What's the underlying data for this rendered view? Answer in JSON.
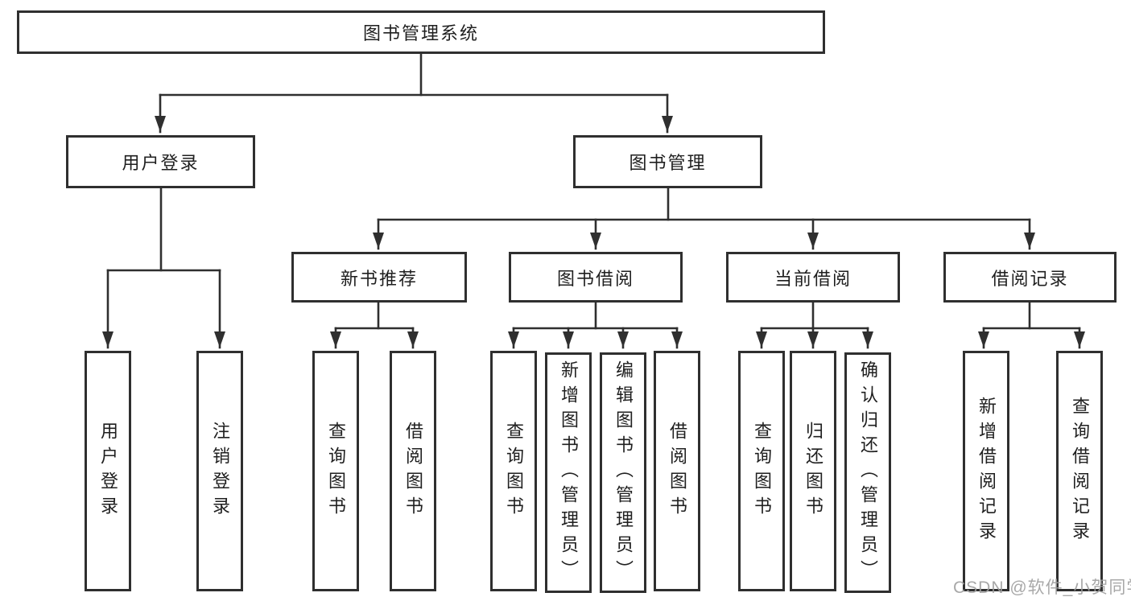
{
  "watermark": "CSDN @软件_小贺同学",
  "tree": {
    "label": "图书管理系统",
    "children": [
      {
        "label": "用户登录",
        "children": [
          {
            "label": "用户登录"
          },
          {
            "label": "注销登录"
          }
        ]
      },
      {
        "label": "图书管理",
        "children": [
          {
            "label": "新书推荐",
            "children": [
              {
                "label": "查询图书"
              },
              {
                "label": "借阅图书"
              }
            ]
          },
          {
            "label": "图书借阅",
            "children": [
              {
                "label": "查询图书"
              },
              {
                "label": "新增图书（管理员）"
              },
              {
                "label": "编辑图书（管理员）"
              },
              {
                "label": "借阅图书"
              }
            ]
          },
          {
            "label": "当前借阅",
            "children": [
              {
                "label": "查询图书"
              },
              {
                "label": "归还图书"
              },
              {
                "label": "确认归还（管理员）"
              }
            ]
          },
          {
            "label": "借阅记录",
            "children": [
              {
                "label": "新增借阅记录"
              },
              {
                "label": "查询借阅记录"
              }
            ]
          }
        ]
      }
    ]
  },
  "colors": {
    "line": "#2f2f2f",
    "box_border": "#2f2f2f",
    "text": "#1f1f1f",
    "watermark": "#9e9e9e",
    "background": "#ffffff"
  }
}
